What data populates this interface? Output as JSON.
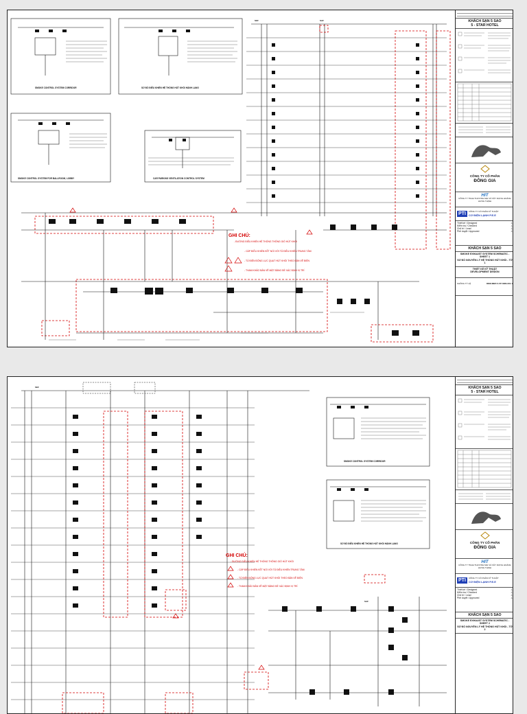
{
  "project": {
    "title_vn": "KHÁCH SẠN 5 SAO",
    "title_en": "5 - STAR HOTEL"
  },
  "owner": {
    "line1": "CÔNG TY CỔ PHẦN",
    "line2": "ĐÔNG GIA"
  },
  "contractor": {
    "logo": "HIT",
    "name": "CÔNG TY TNHH THƯƠNG MẠI VÀ XÂY DỰNG HOÀNG HƯNG THỊNH"
  },
  "mep": {
    "logo": "PTI",
    "line1": "CÔNG TY CỔ PHẦN KỸ THUẬT",
    "line2": "CƠ ĐIỆN LẠNH P.E.E"
  },
  "stage": {
    "vn": "THIẾT KẾ KỸ THUẬT",
    "en": "DEVELOPMENT DESIGN"
  },
  "sheet1": {
    "drawing_title": "SMOKE EXHAUST SYSTEM SCHEMATIC - SHEET 1",
    "drawing_title_vn": "SƠ ĐỒ NGUYÊN LÝ HỆ THỐNG HÚT KHÓI - TỜ 1",
    "drawing_no": "DDM-MEP-F-FP-SMS-001.1",
    "scale": "KHÔNG TỶ LỆ"
  },
  "sheet2": {
    "drawing_title": "SMOKE EXHAUST SYSTEM SCHEMATIC - SHEET 2",
    "drawing_title_vn": "SƠ ĐỒ NGUYÊN LÝ HỆ THỐNG HÚT KHÓI - TỜ 2"
  },
  "signatures": [
    "Thiết kế / Designed",
    "Kiểm tra / Checked",
    "Chủ trì / Lead",
    "Phê duyệt / Approved"
  ],
  "notes": {
    "title": "GHI CHÚ:",
    "items": [
      "- ĐƯỜNG ĐIỀU KHIỂN HỆ THỐNG THÔNG GIÓ HÚT KHÓI",
      "- CÁP ĐIỀU KHIỂN KẾT NỐI VỚI TỦ ĐIỀU KHIỂN TRUNG TÂM",
      "- TỦ ĐIỆN ĐỘNG LỰC QUẠT HÚT KHÓI THEO BẢN VẼ ĐIỆN",
      "- THAM KHẢO BẢN VẼ MẶT BẰNG ĐỂ XÁC ĐỊNH VỊ TRÍ"
    ]
  },
  "captions": {
    "corridor": "SMOKE CONTROL SYSTEM CORRIDOR",
    "corridor_vn": "SƠ ĐỒ ĐIỀU KHIỂN HỆ THỐNG HÚT KHÓI HÀNH LANG",
    "lobby": "SMOKE CONTROL SYSTEM FOR BALLROOM, LOBBY",
    "parking": "CAR PARKING VENTILATION CONTROL SYSTEM"
  },
  "tags": {
    "fan": "SEF",
    "pressure": "SAF"
  }
}
